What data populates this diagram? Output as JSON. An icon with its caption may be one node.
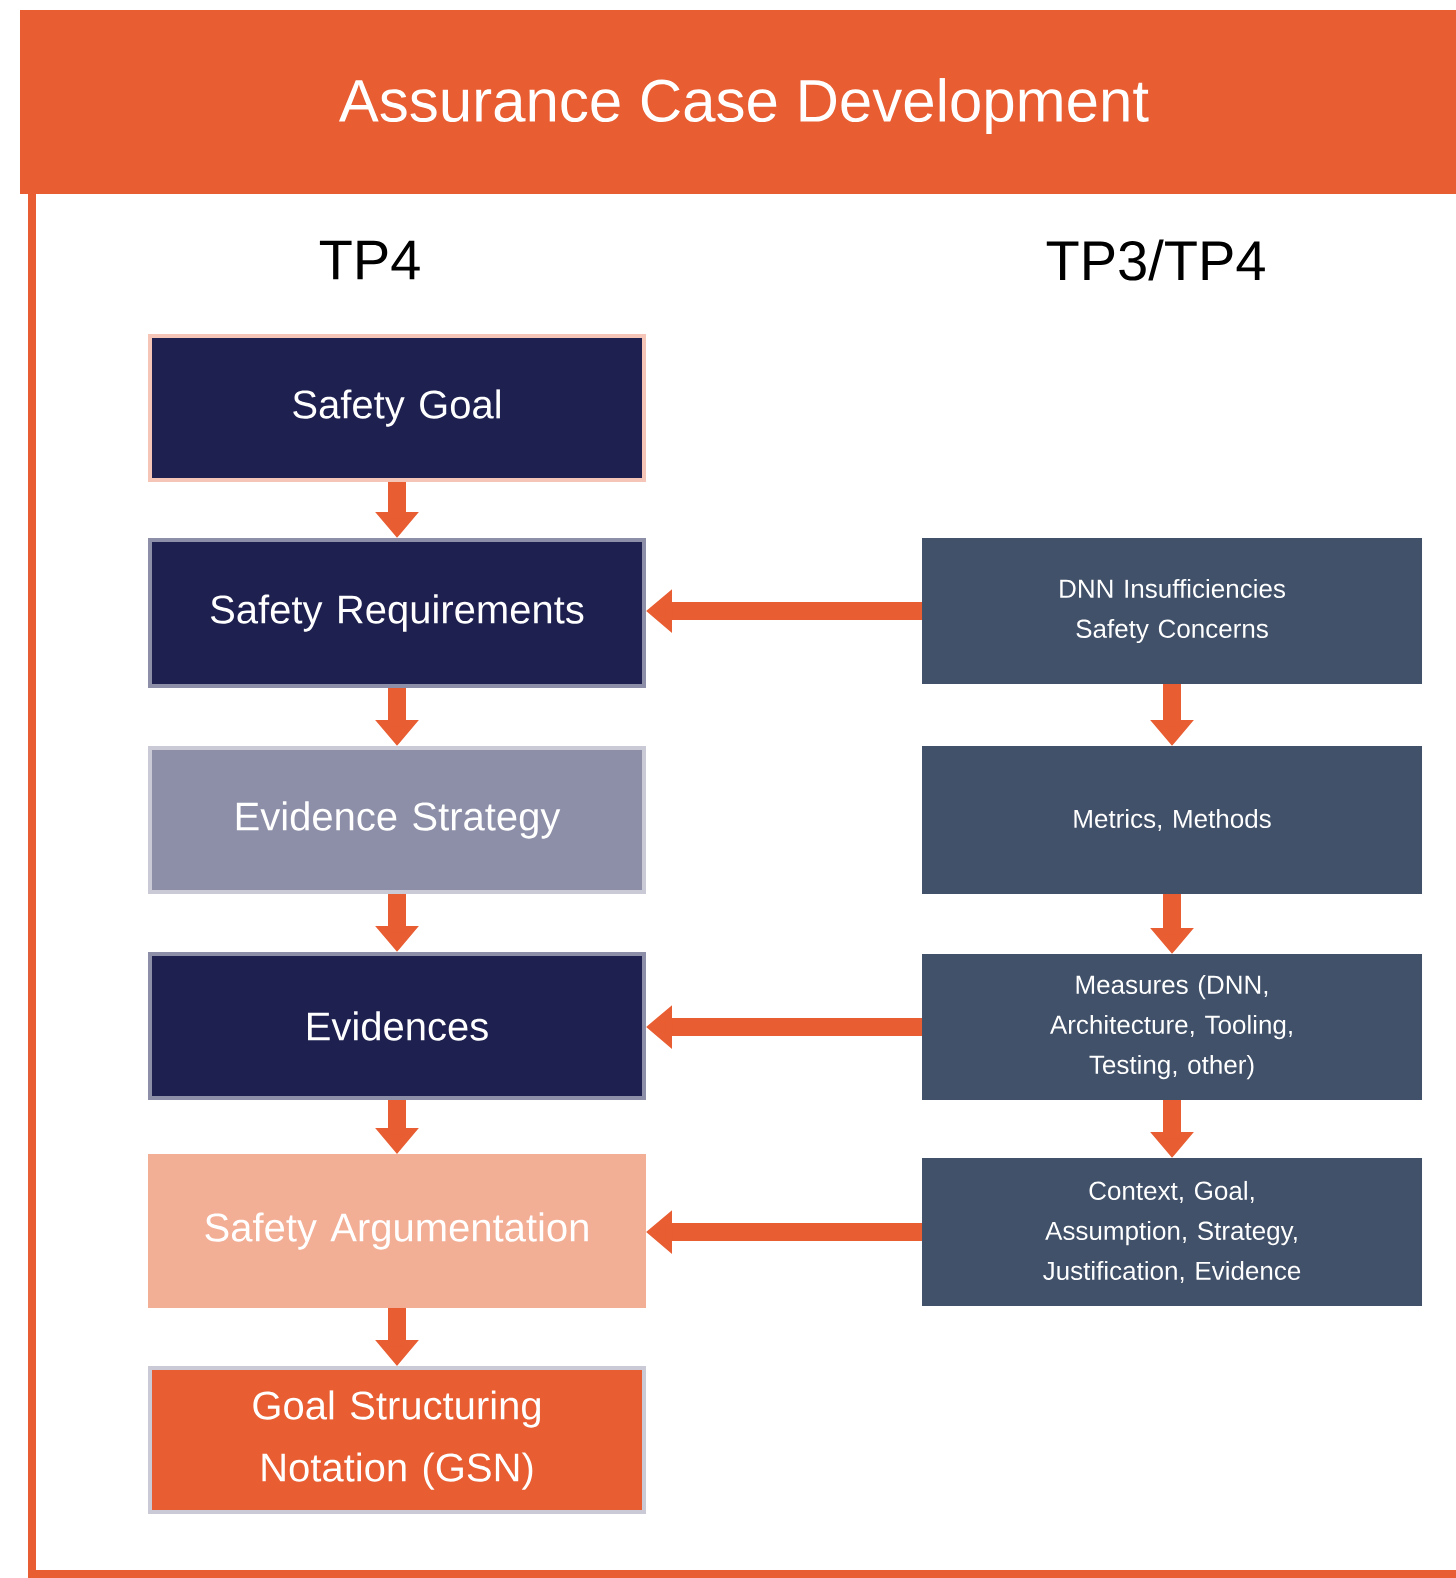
{
  "diagram": {
    "title": "Assurance Case Development",
    "nodes": [
      {
        "text": [
          "Safety Goal"
        ]
      },
      {
        "text": [
          "Safety Requirements"
        ]
      },
      {
        "text": [
          "Evidence Strategy"
        ]
      },
      {
        "text": [
          "Evidences"
        ]
      },
      {
        "text": [
          "Safety Argumentation"
        ]
      },
      {
        "text": [
          "Goal Structuring Notation (GSN)"
        ]
      },
      {
        "text": [
          "DNN Insufficiencies Safety Concerns"
        ]
      },
      {
        "text": [
          "Metrics, Methods"
        ]
      },
      {
        "text": [
          "Measures (DNN, Architecture, Tooling, Testing, other)"
        ]
      },
      {
        "text": [
          "Context, Goal, Assumption, Strategy, Justification, Evidence"
        ]
      }
    ],
    "edges": [
      {
        "from": 0,
        "to": 1,
        "arrow": "to"
      },
      {
        "from": 1,
        "to": 2,
        "arrow": "to"
      },
      {
        "from": 2,
        "to": 3,
        "arrow": "to"
      },
      {
        "from": 3,
        "to": 4,
        "arrow": "to"
      },
      {
        "from": 4,
        "to": 5,
        "arrow": "to"
      },
      {
        "from": 6,
        "to": 1,
        "arrow": "to"
      },
      {
        "from": 6,
        "to": 7,
        "arrow": "to"
      },
      {
        "from": 7,
        "to": 8,
        "arrow": "to"
      },
      {
        "from": 8,
        "to": 3,
        "arrow": "to"
      },
      {
        "from": 8,
        "to": 9,
        "arrow": "to"
      },
      {
        "from": 9,
        "to": 4,
        "arrow": "to"
      }
    ],
    "labels": [
      "TP4",
      "TP3/TP4"
    ]
  }
}
